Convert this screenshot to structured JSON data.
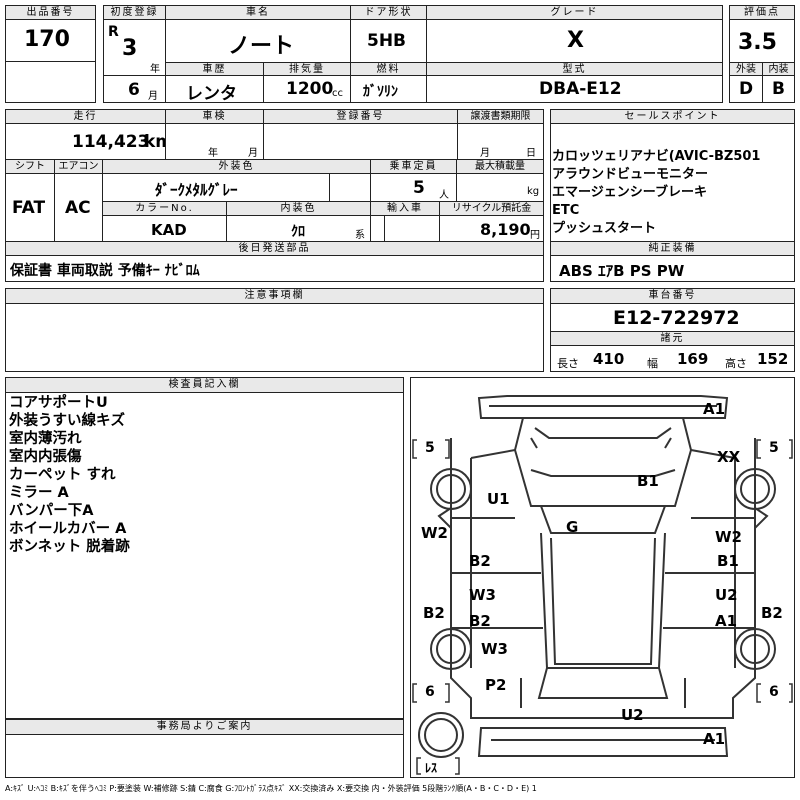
{
  "header": {
    "lot_no_label": "出品番号",
    "lot_no": "170",
    "first_reg_label": "初度登録",
    "era": "R",
    "year": "3",
    "year_unit": "年",
    "month": "6",
    "month_unit": "月",
    "car_name_label": "車名",
    "car_name": "ノート",
    "history_label": "車歴",
    "history": "レンタ",
    "displacement_label": "排気量",
    "displacement": "1200",
    "displacement_unit": "cc",
    "door_label": "ドア形状",
    "door": "5HB",
    "fuel_label": "燃料",
    "fuel": "ｶﾞｿﾘﾝ",
    "grade_label": "グレード",
    "grade": "X",
    "model_label": "型式",
    "model": "DBA-E12",
    "score_label": "評価点",
    "score": "3.5",
    "exterior_label": "外装",
    "exterior": "D",
    "interior_label": "内装",
    "interior": "B"
  },
  "row2": {
    "mileage_label": "走行",
    "mileage": "114,423",
    "mileage_unit": "km",
    "inspection_label": "車検",
    "inspection_year_unit": "年",
    "inspection_month_unit": "月",
    "regno_label": "登録番号",
    "transfer_label": "譲渡書類期限",
    "transfer_month_unit": "月",
    "transfer_day_unit": "日",
    "shift_label": "シフト",
    "shift": "FAT",
    "ac_label": "エアコン",
    "ac": "AC",
    "color_label": "外装色",
    "color": "ﾀﾞｰｸﾒﾀﾙｸﾞﾚｰ",
    "capacity_label": "乗車定員",
    "capacity": "5",
    "capacity_unit": "人",
    "maxload_label": "最大積載量",
    "maxload_unit": "kg",
    "colorno_label": "カラーNo.",
    "colorno": "KAD",
    "intcolor_label": "内装色",
    "intcolor": "ｸﾛ",
    "intcolor_unit": "系",
    "import_label": "輸入車",
    "recycle_label": "リサイクル預託金",
    "recycle": "8,190",
    "recycle_unit": "円"
  },
  "sales_point": {
    "label": "セールスポイント",
    "lines": [
      "カロッツェリアナビ(AVIC-BZ501",
      "アラウンドビューモニター",
      "エマージェンシーブレーキ",
      "ETC",
      "プッシュスタート"
    ]
  },
  "later_parts": {
    "label": "後日発送部品",
    "text": "保証書 車両取説 予備ｷｰ ﾅﾋﾞﾛﾑ"
  },
  "equipment": {
    "label": "純正装備",
    "text": "ABS ｴｱB PS PW"
  },
  "notes": {
    "label": "注意事項欄"
  },
  "chassis": {
    "label": "車台番号",
    "value": "E12-722972"
  },
  "dimensions": {
    "label": "諸元",
    "length_label": "長さ",
    "length": "410",
    "width_label": "幅",
    "width": "169",
    "height_label": "高さ",
    "height": "152"
  },
  "inspector": {
    "label": "検査員記入欄",
    "lines": [
      "コアサポートU",
      "外装うすい線キズ",
      "室内薄汚れ",
      "室内内張傷",
      "カーペット すれ",
      "ミラー A",
      "バンパー下A",
      "ホイールカバー A",
      "ボンネット 脱着跡"
    ]
  },
  "office": {
    "label": "事務局よりご案内"
  },
  "diagram": {
    "marks": {
      "front_bumper": "A1",
      "front_right_corner": "XX",
      "hood": "B1",
      "front_left_fender": "U1",
      "roof": "G",
      "left_front_door_top": "W2",
      "left_front_door": "B2",
      "left_rear_door_top": "W3",
      "left_rear_door": "B2",
      "left_quarter": "W3",
      "left_rear": "P2",
      "left_sill": "B2",
      "right_front_door_top": "W2",
      "right_front_door": "B1",
      "right_rear_door_top": "U2",
      "right_rear_door": "A1",
      "right_sill": "B2",
      "rear_panel": "U2",
      "rear_bumper": "A1"
    },
    "wheel_labels": {
      "front_left": "5",
      "front_right": "5",
      "rear_left": "6",
      "rear_right": "6",
      "spare": "ﾚｽ"
    }
  },
  "legend": "A:ｷｽﾞ U:ﾍｺﾐ B:ｷｽﾞを伴うﾍｺﾐ P:要塗装 W:補修跡 S:錆 C:腐食 G:ﾌﾛﾝﾄｶﾞﾗｽ点ｷｽﾞ XX:交換済み X:要交換 内・外装評価 5段階ﾗﾝｸ順(A・B・C・D・E) 1"
}
